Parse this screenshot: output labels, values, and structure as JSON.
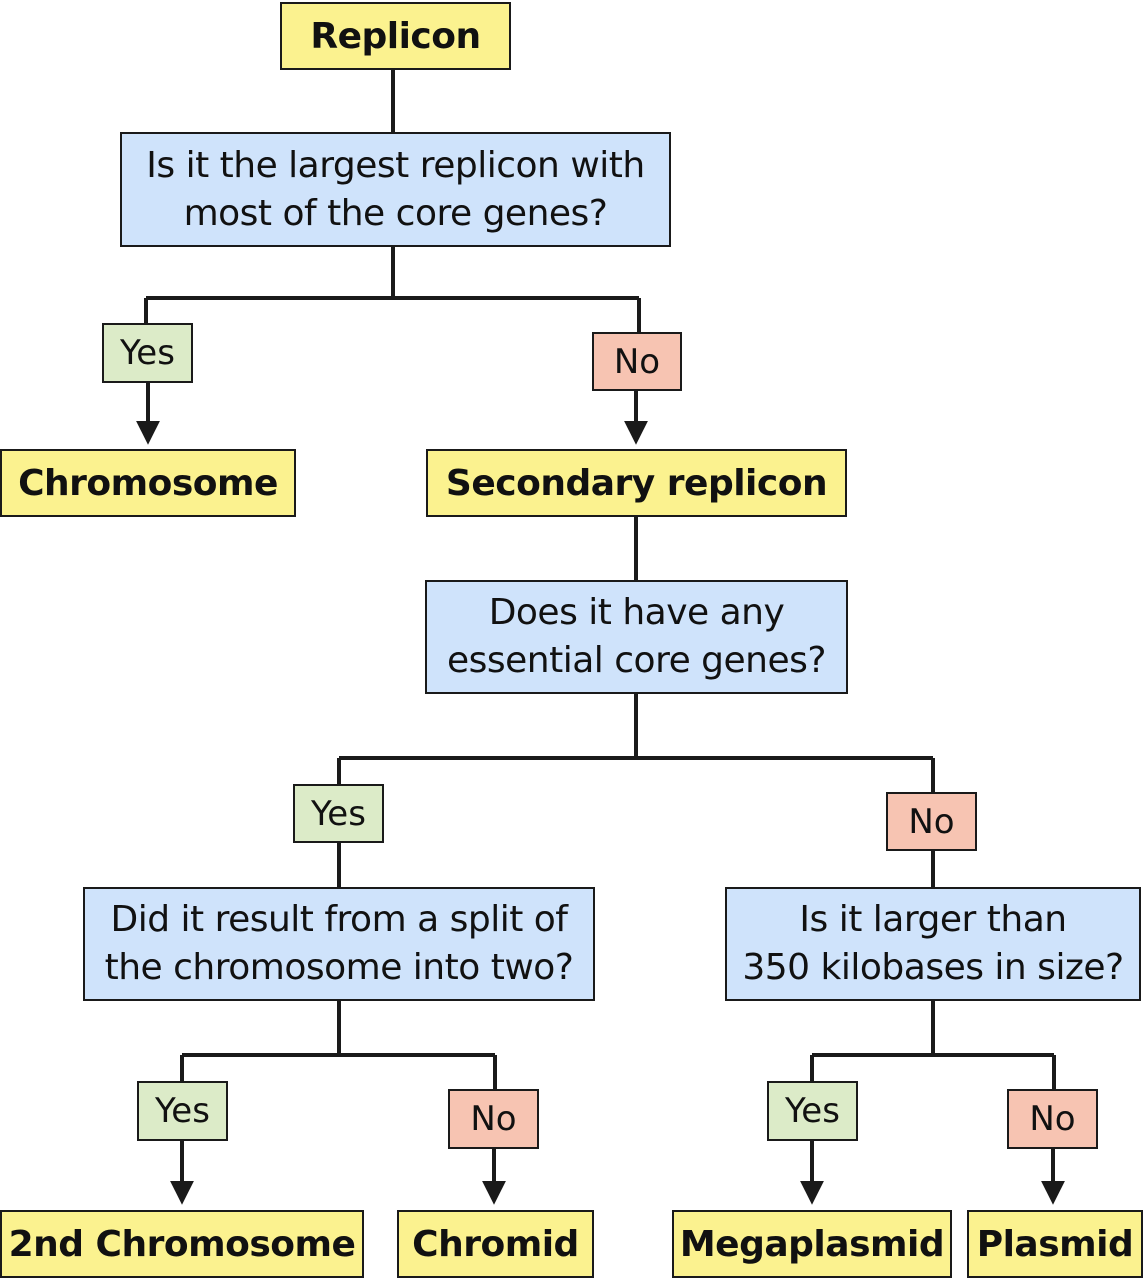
{
  "root": {
    "label": "Replicon"
  },
  "question_1": {
    "text": "Is it the largest replicon with\nmost of the core genes?"
  },
  "branch_1": {
    "yes_label": "Yes",
    "no_label": "No",
    "yes_result": "Chromosome",
    "no_result": "Secondary replicon"
  },
  "question_2": {
    "text": "Does it have any\nessential core genes?"
  },
  "branch_2": {
    "yes_label": "Yes",
    "no_label": "No"
  },
  "question_3": {
    "text": "Did it result from a split of\nthe chromosome into two?"
  },
  "branch_3": {
    "yes_label": "Yes",
    "no_label": "No",
    "yes_result": "2nd Chromosome",
    "no_result": "Chromid"
  },
  "question_4": {
    "text": "Is it larger than\n350 kilobases in size?"
  },
  "branch_4": {
    "yes_label": "Yes",
    "no_label": "No",
    "yes_result": "Megaplasmid",
    "no_result": "Plasmid"
  },
  "colors": {
    "terminal_fill": "#fbf28f",
    "question_fill": "#cfe3fb",
    "yes_fill": "#dcebc8",
    "no_fill": "#f7c4b2",
    "line": "#1a1a1a"
  }
}
